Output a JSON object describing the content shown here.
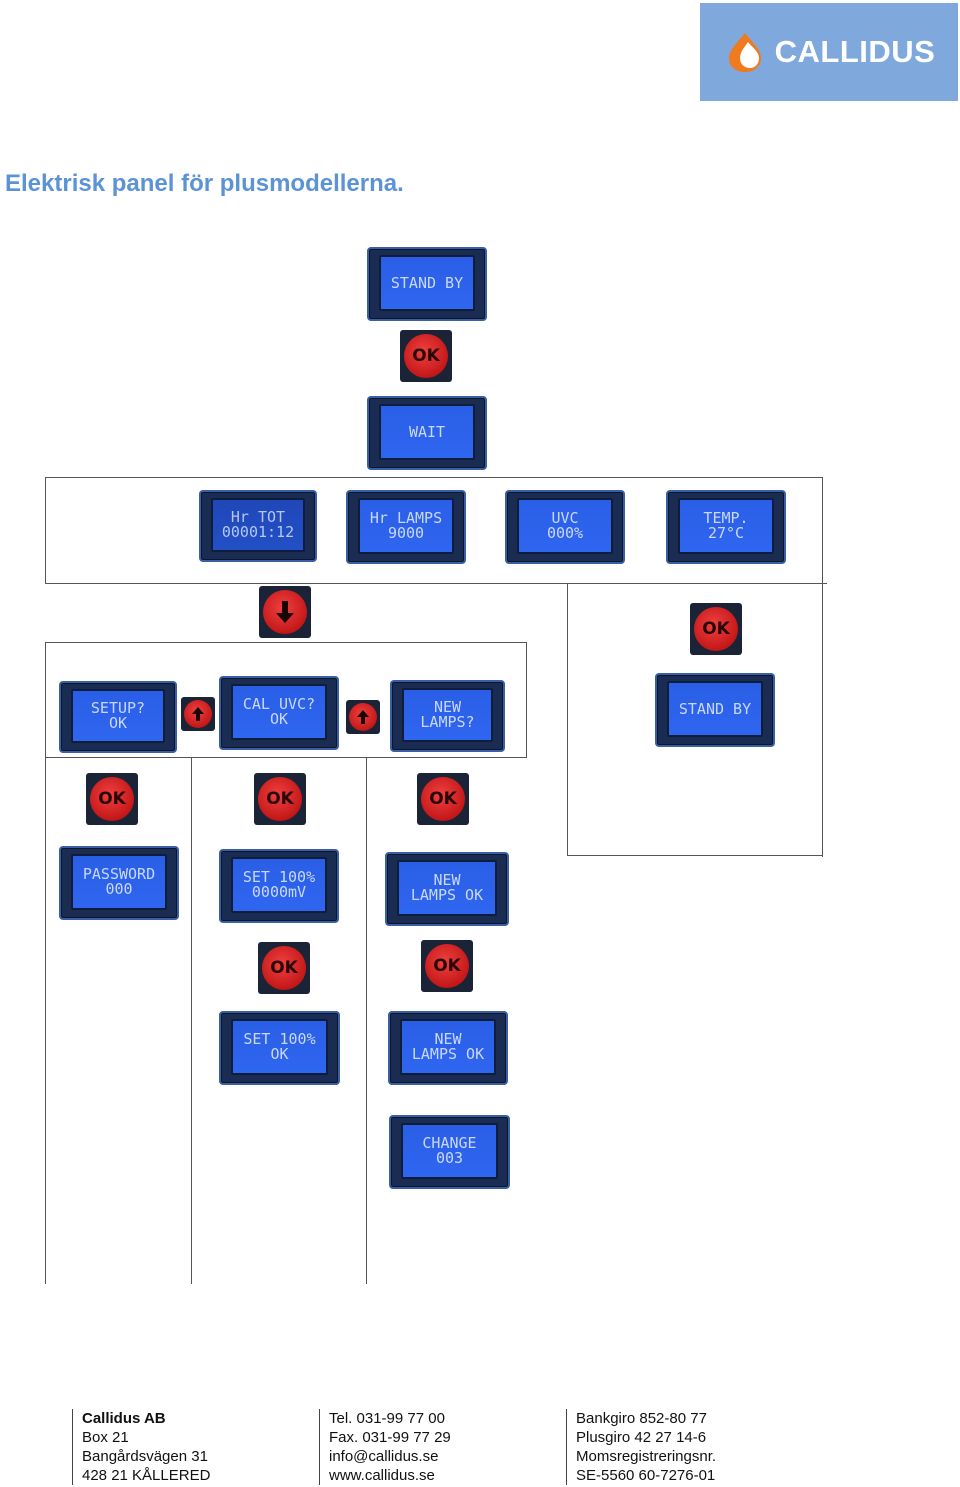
{
  "logo": {
    "text": "CALLIDUS",
    "colors": {
      "background": "#7fa9dc",
      "drop_orange": "#f07a1e",
      "drop_white": "#ffffff"
    }
  },
  "title": "Elektrisk panel för plusmodellerna.",
  "screens": {
    "standby1": [
      "STAND BY"
    ],
    "wait": [
      "WAIT"
    ],
    "hr_tot": [
      "Hr TOT",
      "00001:12"
    ],
    "hr_lamps": [
      "Hr LAMPS",
      "9000"
    ],
    "uvc": [
      "UVC",
      "000%"
    ],
    "temp": [
      "TEMP.",
      "27°C"
    ],
    "setup": [
      "SETUP?",
      "OK"
    ],
    "cal_uvc": [
      "CAL UVC?",
      "OK"
    ],
    "new_lamps_q": [
      "NEW",
      "LAMPS?"
    ],
    "standby2": [
      "STAND BY"
    ],
    "password": [
      "PASSWORD",
      "000"
    ],
    "set100_mv": [
      "SET 100%",
      "0000mV"
    ],
    "new_lamps_ok1": [
      "NEW",
      "LAMPS OK"
    ],
    "set100_ok": [
      "SET 100%",
      "OK"
    ],
    "new_lamps_ok2": [
      "NEW",
      "LAMPS OK"
    ],
    "change": [
      "CHANGE",
      "003"
    ]
  },
  "button_label": "OK",
  "footer": {
    "col1": [
      "Callidus AB",
      "Box 21",
      "Bangårdsvägen 31",
      "428 21 KÅLLERED"
    ],
    "col2": [
      "Tel. 031-99 77 00",
      "Fax. 031-99 77 29",
      "info@callidus.se",
      "www.callidus.se"
    ],
    "col3": [
      "Bankgiro 852-80 77",
      "Plusgiro 42 27 14-6",
      "Momsregistreringsnr.",
      "SE-5560 60-7276-01"
    ]
  },
  "colors": {
    "title": "#5b93d6",
    "lcd_screen": "#2f66f0",
    "button_red": "#d42020"
  }
}
